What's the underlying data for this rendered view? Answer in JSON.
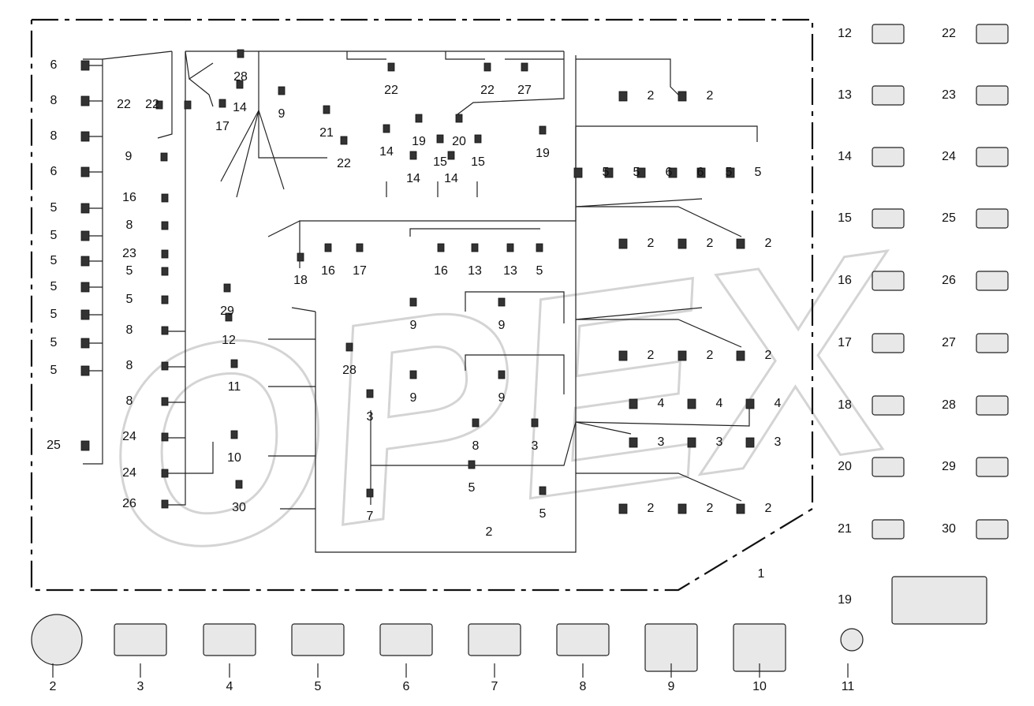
{
  "watermark": "OPEX",
  "callouts": {
    "harness_left": [
      "6",
      "8",
      "8",
      "6",
      "5",
      "5",
      "5",
      "5",
      "5",
      "5",
      "5",
      "25"
    ],
    "harness_inner": [
      "22",
      "22",
      "9",
      "28",
      "14",
      "17",
      "9",
      "21",
      "22",
      "22",
      "27",
      "19",
      "20",
      "19",
      "22",
      "14",
      "14",
      "15",
      "14",
      "15",
      "16",
      "8",
      "23",
      "5",
      "5",
      "8",
      "8",
      "8",
      "24",
      "24",
      "26",
      "18",
      "16",
      "17",
      "16",
      "13",
      "13",
      "5",
      "29",
      "12",
      "11",
      "28",
      "9",
      "9",
      "9",
      "9",
      "3",
      "10",
      "8",
      "3",
      "5",
      "5",
      "7",
      "30",
      "2",
      "1"
    ],
    "harness_right": [
      "2",
      "2",
      "5",
      "5",
      "6",
      "6",
      "5",
      "5",
      "2",
      "2",
      "2",
      "2",
      "2",
      "2",
      "4",
      "4",
      "4",
      "3",
      "3",
      "3",
      "2",
      "2",
      "2"
    ],
    "catalog_right": [
      "12",
      "22",
      "13",
      "23",
      "14",
      "24",
      "15",
      "25",
      "16",
      "26",
      "17",
      "27",
      "18",
      "28",
      "20",
      "29",
      "21",
      "30",
      "19"
    ],
    "catalog_bottom": [
      "2",
      "3",
      "4",
      "5",
      "6",
      "7",
      "8",
      "9",
      "10",
      "11"
    ]
  }
}
